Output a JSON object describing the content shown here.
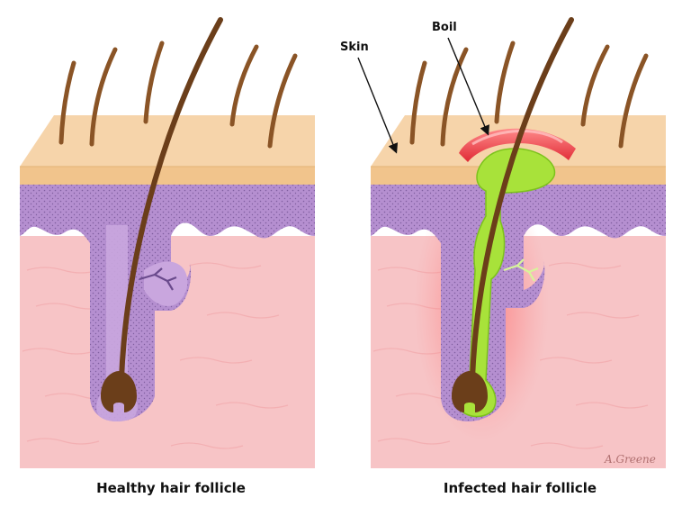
{
  "panels": {
    "healthy": {
      "caption": "Healthy hair follicle"
    },
    "infected": {
      "caption": "Infected hair follicle"
    }
  },
  "labels": {
    "skin": "Skin",
    "boil": "Boil"
  },
  "signature": "A.Greene",
  "colors": {
    "epidermis": "#f6d4aa",
    "epidermis_band": "#f1c48c",
    "dermal_purple": "#b58fd0",
    "dermis_pink": "#f7c4c6",
    "hair_brown": "#6b3e1a",
    "infection_green": "#a8e23a",
    "boil_red": "#e8333a",
    "inflammation": "#ff6060"
  }
}
